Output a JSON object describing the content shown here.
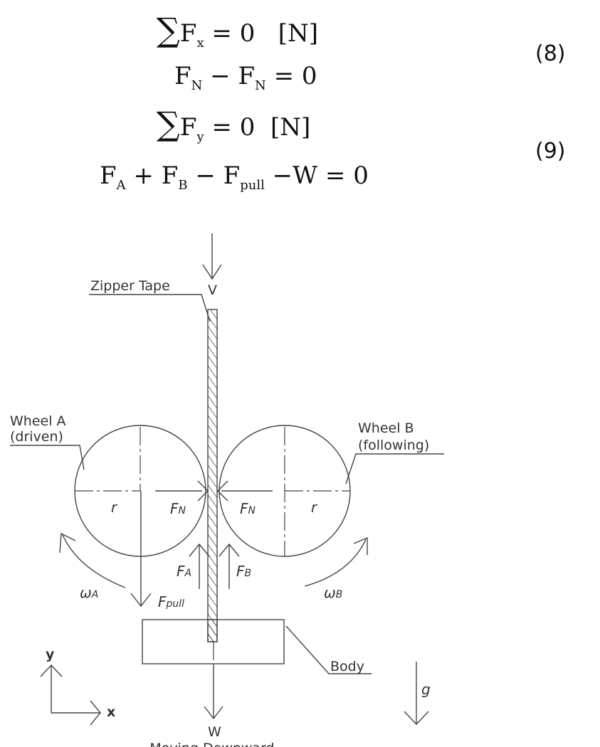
{
  "equations": [
    {
      "number": "(8)",
      "line1": {
        "sum": "∑",
        "var": "F",
        "sub": "x",
        "rest": " = 0   [N]"
      },
      "line2": {
        "a": "F",
        "a_sub": "N",
        "op": " − ",
        "b": "F",
        "b_sub": "N",
        "rest": " = 0"
      }
    },
    {
      "number": "(9)",
      "line1": {
        "sum": "∑",
        "var": "F",
        "sub": "y",
        "rest": " = 0  [N]"
      },
      "line2": {
        "a": "F",
        "a_sub": "A",
        "op1": " + ",
        "b": "F",
        "b_sub": "B",
        "op2": " − ",
        "c": "F",
        "c_sub": "pull",
        "rest": " −W = 0"
      }
    }
  ],
  "diagram": {
    "velocity_label": "V",
    "zipper_tape_label": "Zipper Tape",
    "wheel_a_label": [
      "Wheel A",
      "(driven)"
    ],
    "wheel_b_label": [
      "Wheel B",
      "(following)"
    ],
    "radius_label": "r",
    "normal_force": {
      "base": "F",
      "sub": "N"
    },
    "force_a": {
      "base": "F",
      "sub": "A"
    },
    "force_b": {
      "base": "F",
      "sub": "B"
    },
    "pull_force": {
      "base": "F",
      "sub": "pull"
    },
    "omega_a": {
      "base": "ω",
      "sub": "A"
    },
    "omega_b": {
      "base": "ω",
      "sub": "B"
    },
    "body_label": "Body",
    "weight_label": "W",
    "gravity_label": "g",
    "axis_x": "x",
    "axis_y": "y",
    "caption": "Moving Downward"
  }
}
